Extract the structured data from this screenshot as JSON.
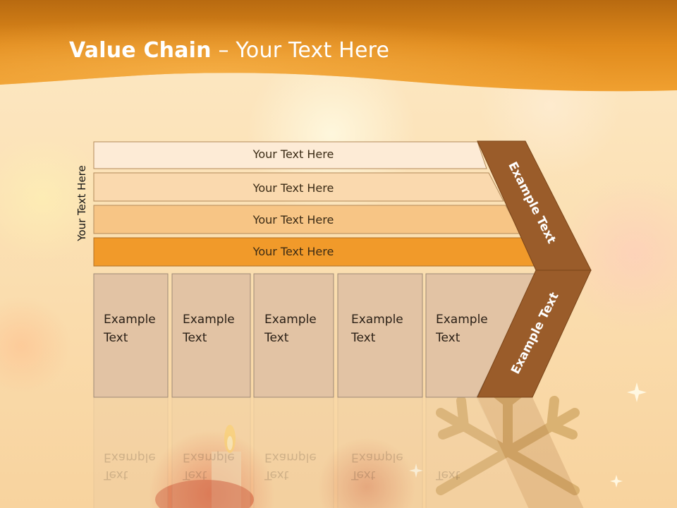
{
  "title": {
    "bold": "Value Chain",
    "rest": " – Your Text Here"
  },
  "side_label": "Your Text Here",
  "bands": [
    {
      "label": "Your Text Here",
      "color": "#fdebd6"
    },
    {
      "label": "Your Text Here",
      "color": "#fad9ae"
    },
    {
      "label": "Your Text Here",
      "color": "#f7c585"
    },
    {
      "label": "Your Text Here",
      "color": "#f19a2a"
    }
  ],
  "boxes": [
    {
      "line1": "Example",
      "line2": "Text"
    },
    {
      "line1": "Example",
      "line2": "Text"
    },
    {
      "line1": "Example",
      "line2": "Text"
    },
    {
      "line1": "Example",
      "line2": "Text"
    },
    {
      "line1": "Example",
      "line2": "Text"
    }
  ],
  "chevron": {
    "upper": "Example Text",
    "lower": "Example Text",
    "color": "#9a5c2a"
  },
  "colors": {
    "header": "#e08a1c",
    "box_fill": "#e2c3a4",
    "box_border": "#9e8a76"
  }
}
